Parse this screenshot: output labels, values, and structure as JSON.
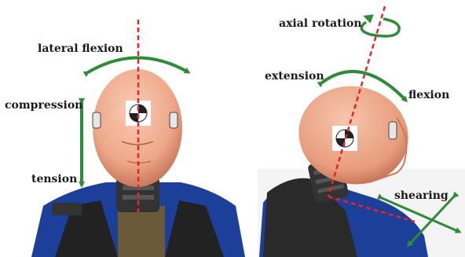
{
  "labels": {
    "lateral_flexion": "lateral flexion",
    "compression": "compression",
    "tension": "tension",
    "axial_rotation": "axial rotation",
    "extension": "extension",
    "flexion": "flexion",
    "shearing": "shearing"
  },
  "colors": {
    "arrow": "#2e8b3a",
    "axis_line": "#e3262b",
    "skin": "#f1b49b",
    "suit_blue": "#1c3f9a",
    "harness": "#222222"
  }
}
